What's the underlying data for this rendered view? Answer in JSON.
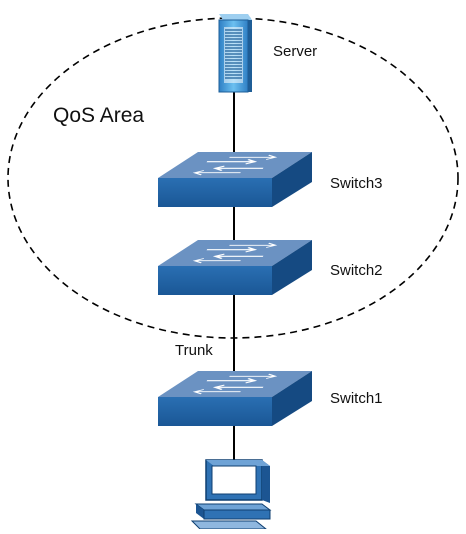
{
  "area": {
    "label": "QoS Area"
  },
  "server": {
    "label": "Server"
  },
  "switches": [
    {
      "id": "switch3",
      "label": "Switch3"
    },
    {
      "id": "switch2",
      "label": "Switch2"
    },
    {
      "id": "switch1",
      "label": "Switch1"
    }
  ],
  "link": {
    "label": "Trunk"
  },
  "colors": {
    "switch_top": "#5f8bbf",
    "switch_front": "#1f5fa3",
    "switch_side": "#164a83",
    "server_body": "#4aa3df",
    "pc_body": "#2d6fb0",
    "line": "#000000"
  },
  "icons": [
    "server-icon",
    "switch-icon",
    "pc-icon"
  ]
}
